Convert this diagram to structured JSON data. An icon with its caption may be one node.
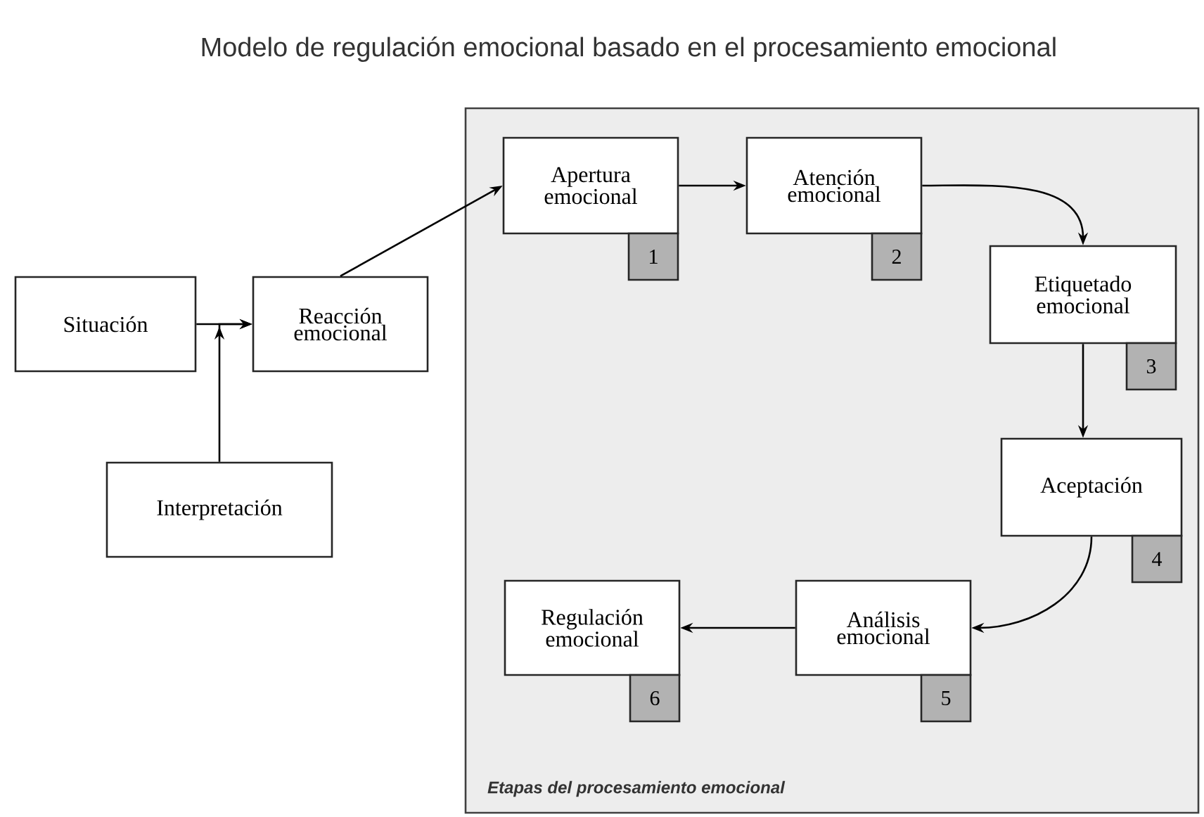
{
  "diagram": {
    "title": "Modelo de regulación emocional basado en el procesamiento emocional",
    "nodes": [
      {
        "text": [
          "Situación"
        ]
      },
      {
        "text": [
          "Interpretación"
        ]
      },
      {
        "text": [
          "Reacción emocional"
        ]
      },
      {
        "text": [
          "Etapas del procesamiento emocional"
        ]
      },
      {
        "text": [
          "Apertura emocional",
          "1"
        ],
        "in": 3
      },
      {
        "text": [
          "Atención emocional",
          "2"
        ],
        "in": 3
      },
      {
        "text": [
          "Etiquetado emocional",
          "3"
        ],
        "in": 3
      },
      {
        "text": [
          "Aceptación",
          "4"
        ],
        "in": 3
      },
      {
        "text": [
          "Análisis emocional",
          "5"
        ],
        "in": 3
      },
      {
        "text": [
          "Regulación emocional",
          "6"
        ],
        "in": 3
      }
    ],
    "edges": [
      {
        "from": 0,
        "to": 2,
        "arrow": "to"
      },
      {
        "from": 1,
        "to": 2,
        "arrow": "to"
      },
      {
        "from": 2,
        "to": 4,
        "arrow": "to"
      },
      {
        "from": 4,
        "to": 5,
        "arrow": "to"
      },
      {
        "from": 5,
        "to": 6,
        "arrow": "to"
      },
      {
        "from": 6,
        "to": 7,
        "arrow": "to"
      },
      {
        "from": 7,
        "to": 8,
        "arrow": "to"
      },
      {
        "from": 8,
        "to": 9,
        "arrow": "to"
      }
    ]
  }
}
